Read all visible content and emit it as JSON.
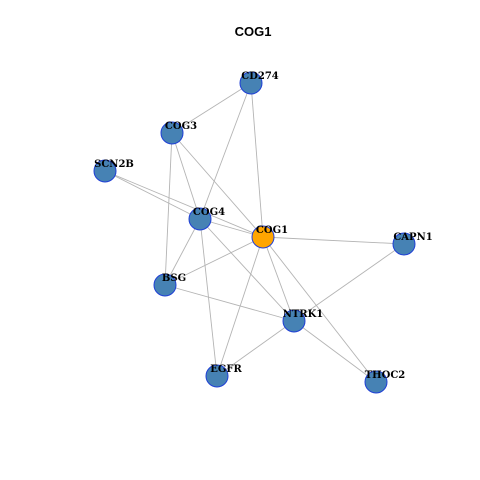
{
  "title": "COG1",
  "colors": {
    "hub": "#ffa500",
    "node": "#4682b4",
    "node_border": "#1f3fd6",
    "edge": "#b4b4b4"
  },
  "nodes": [
    {
      "id": "COG1",
      "label": "COG1",
      "role": "hub"
    },
    {
      "id": "CD274",
      "label": "CD274",
      "role": "node"
    },
    {
      "id": "COG3",
      "label": "COG3",
      "role": "node"
    },
    {
      "id": "SCN2B",
      "label": "SCN2B",
      "role": "node"
    },
    {
      "id": "COG4",
      "label": "COG4",
      "role": "node"
    },
    {
      "id": "CAPN1",
      "label": "CAPN1",
      "role": "node"
    },
    {
      "id": "BSG",
      "label": "BSG",
      "role": "node"
    },
    {
      "id": "NTRK1",
      "label": "NTRK1",
      "role": "node"
    },
    {
      "id": "EGFR",
      "label": "EGFR",
      "role": "node"
    },
    {
      "id": "THOC2",
      "label": "THOC2",
      "role": "node"
    }
  ],
  "edges": [
    [
      "CD274",
      "COG3"
    ],
    [
      "CD274",
      "COG4"
    ],
    [
      "CD274",
      "COG1"
    ],
    [
      "COG3",
      "COG4"
    ],
    [
      "COG3",
      "COG1"
    ],
    [
      "COG3",
      "BSG"
    ],
    [
      "SCN2B",
      "COG4"
    ],
    [
      "SCN2B",
      "COG1"
    ],
    [
      "COG4",
      "COG1"
    ],
    [
      "COG4",
      "BSG"
    ],
    [
      "COG4",
      "NTRK1"
    ],
    [
      "COG4",
      "EGFR"
    ],
    [
      "COG1",
      "CAPN1"
    ],
    [
      "COG1",
      "BSG"
    ],
    [
      "COG1",
      "NTRK1"
    ],
    [
      "COG1",
      "EGFR"
    ],
    [
      "COG1",
      "THOC2"
    ],
    [
      "CAPN1",
      "NTRK1"
    ],
    [
      "BSG",
      "NTRK1"
    ],
    [
      "NTRK1",
      "EGFR"
    ],
    [
      "NTRK1",
      "THOC2"
    ]
  ]
}
